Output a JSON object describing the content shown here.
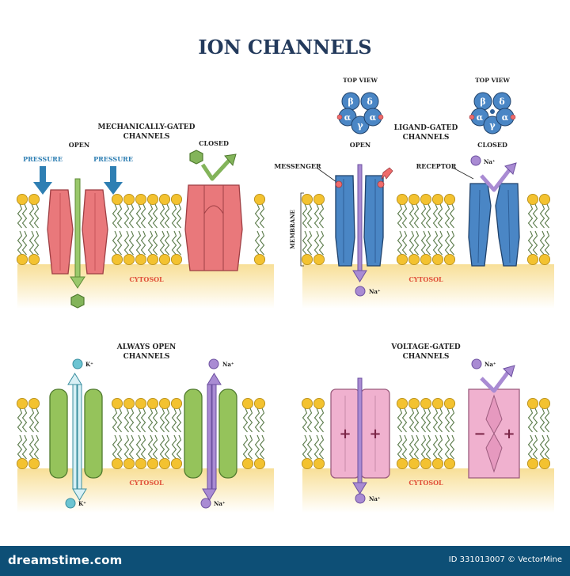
{
  "title": "ION CHANNELS",
  "colors": {
    "lipid_head": "#f3c230",
    "lipid_head_stroke": "#b8901c",
    "lipid_tail": "#5a7b4a",
    "cytosol_top": "#f8df97",
    "cytosol_bottom": "#ffffff",
    "mech_channel": "#e9787b",
    "mech_channel_dark": "#c9555a",
    "ligand_channel": "#4a86c5",
    "ligand_channel_dark": "#2d5f99",
    "open_channel": "#95c35b",
    "open_channel_dark": "#6d9a3b",
    "voltage_channel": "#f0b1cf",
    "voltage_channel_dark": "#c98aa8",
    "ion_purple": "#a98bd3",
    "ion_cyan": "#6cc4d2",
    "pressure_blue": "#2f7fb3",
    "footer_bg": "#0d4f76",
    "hex_green": "#83b45a"
  },
  "panels": {
    "mechanical": {
      "title_line1": "MECHANICALLY-GATED",
      "title_line2": "CHANNELS",
      "open_label": "OPEN",
      "closed_label": "CLOSED",
      "pressure_left": "PRESSURE",
      "pressure_right": "PRESSURE",
      "cytosol": "CYTOSOL"
    },
    "ligand": {
      "title_line1": "LIGAND-GATED",
      "title_line2": "CHANNELS",
      "top_view_left": "TOP VIEW",
      "top_view_right": "TOP VIEW",
      "open_label": "OPEN",
      "closed_label": "CLOSED",
      "messenger": "MESSENGER",
      "receptor": "RECEPTOR",
      "membrane": "MEMBRANE",
      "cytosol": "CYTOSOL",
      "ion_bottom": "Na⁺",
      "ion_receptor": "Na⁺",
      "subunits": [
        "β",
        "δ",
        "α",
        "γ",
        "α"
      ]
    },
    "always_open": {
      "title_line1": "ALWAYS OPEN",
      "title_line2": "CHANNELS",
      "ion_top_left": "K⁺",
      "ion_bottom_left": "K⁺",
      "ion_top_right": "Na⁺",
      "ion_bottom_right": "Na⁺",
      "cytosol": "CYTOSOL"
    },
    "voltage": {
      "title_line1": "VOLTAGE-GATED",
      "title_line2": "CHANNELS",
      "ion_top": "Na⁺",
      "ion_bottom": "Na⁺",
      "cytosol": "CYTOSOL",
      "sign_plus": "+",
      "sign_minus": "−"
    }
  },
  "footer": {
    "logo": "dreamstime.com",
    "credit": "ID 331013007 © VectorMine"
  }
}
